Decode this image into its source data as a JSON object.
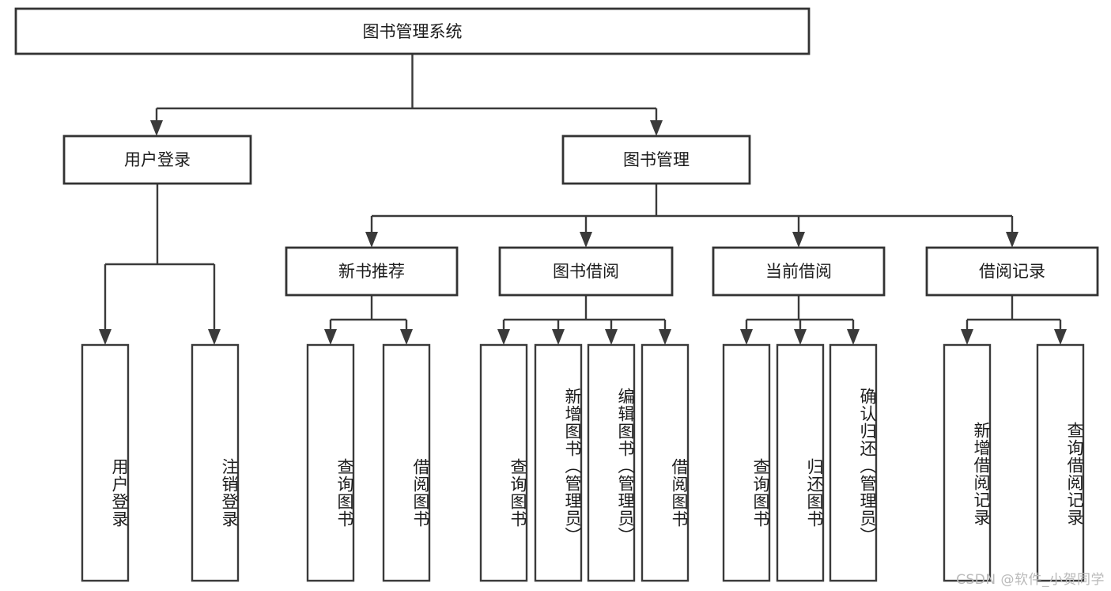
{
  "diagram": {
    "title": "图书管理系统",
    "type": "functional-structure-tree",
    "orientation": "top-down",
    "colors": {
      "box_stroke": "#3a3a3a",
      "box_fill": "#ffffff",
      "connector": "#3a3a3a",
      "text": "#1c1c1c",
      "watermark": "#b9b9b9",
      "background": "#ffffff"
    },
    "root": {
      "label": "图书管理系统"
    },
    "level2": [
      {
        "label": "用户登录"
      },
      {
        "label": "图书管理"
      }
    ],
    "level3": [
      {
        "label": "新书推荐"
      },
      {
        "label": "图书借阅"
      },
      {
        "label": "当前借阅"
      },
      {
        "label": "借阅记录"
      }
    ],
    "leaves": {
      "user_login": [
        {
          "label": "用户登录"
        },
        {
          "label": "注销登录"
        }
      ],
      "new_book_recommend": [
        {
          "label": "查询图书"
        },
        {
          "label": "借阅图书"
        }
      ],
      "book_borrow": [
        {
          "label": "查询图书"
        },
        {
          "label": "新增图书（管理员）"
        },
        {
          "label": "编辑图书（管理员）"
        },
        {
          "label": "借阅图书"
        }
      ],
      "current_borrow": [
        {
          "label": "查询图书"
        },
        {
          "label": "归还图书"
        },
        {
          "label": "确认归还（管理员）"
        }
      ],
      "borrow_record": [
        {
          "label": "新增借阅记录"
        },
        {
          "label": "查询借阅记录"
        }
      ]
    }
  },
  "watermark": {
    "text": "CSDN @软件_小贺同学"
  }
}
